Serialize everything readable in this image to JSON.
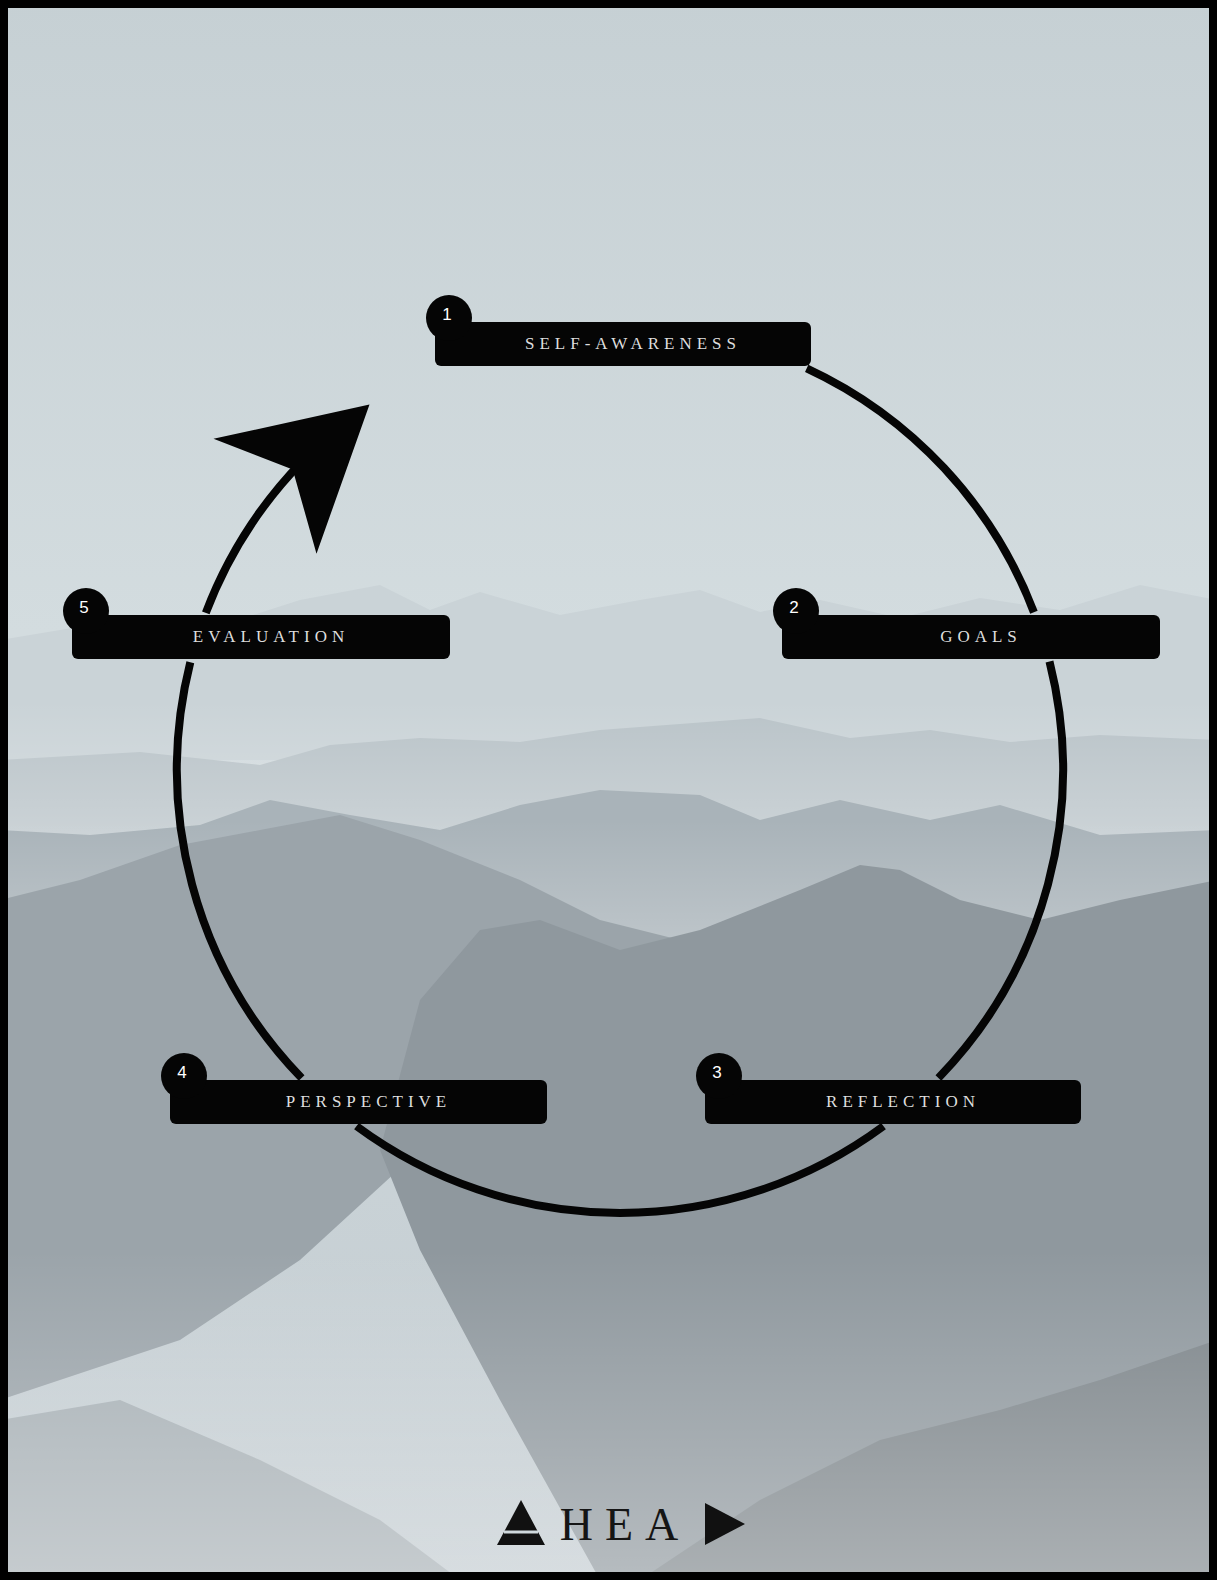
{
  "diagram": {
    "nodes": [
      {
        "text": [
          "1",
          "SELF-AWARENESS"
        ]
      },
      {
        "text": [
          "2",
          "GOALS"
        ]
      },
      {
        "text": [
          "3",
          "REFLECTION"
        ]
      },
      {
        "text": [
          "4",
          "PERSPECTIVE"
        ]
      },
      {
        "text": [
          "5",
          "EVALUATION"
        ]
      }
    ],
    "edges": [
      {
        "from": 0,
        "to": 1,
        "arrow": "none"
      },
      {
        "from": 1,
        "to": 2,
        "arrow": "none"
      },
      {
        "from": 2,
        "to": 3,
        "arrow": "none"
      },
      {
        "from": 3,
        "to": 4,
        "arrow": "none"
      },
      {
        "from": 4,
        "to": 0,
        "arrow": "to"
      }
    ],
    "labels": [
      "HEA"
    ]
  }
}
